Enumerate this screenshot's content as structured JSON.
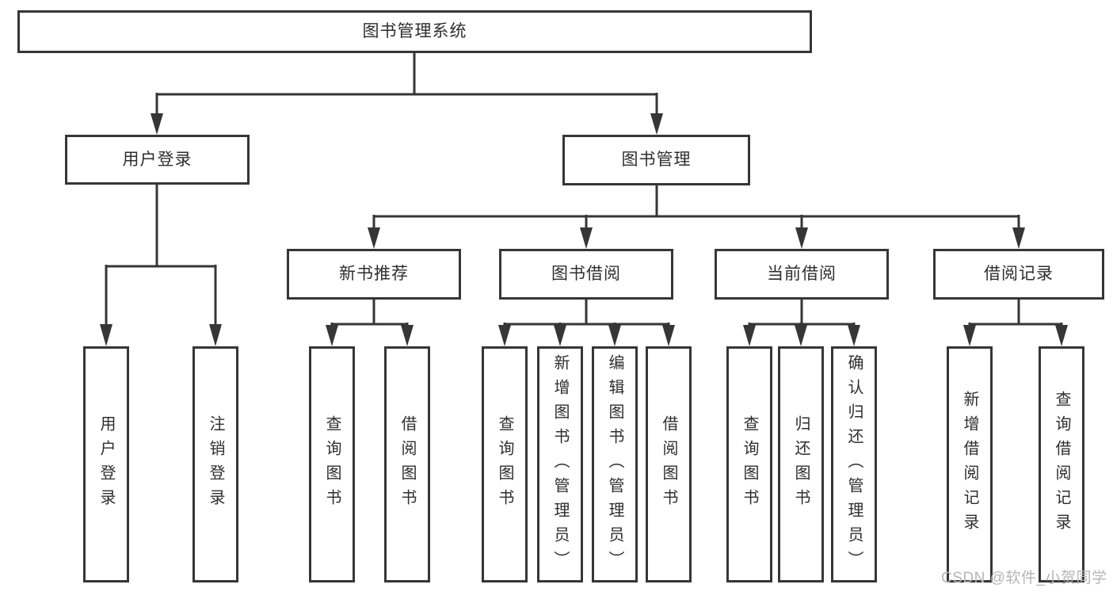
{
  "diagram": {
    "title": "图书管理系统",
    "watermark": "CSDN @软件_小贺同学"
  },
  "colors": {
    "line": "#363636",
    "text": "#2e2e2e",
    "watermark": "#b5b5b5",
    "background": "#ffffff"
  },
  "nodes": {
    "root": "图书管理系统",
    "user_login": "用户登录",
    "book_mgmt": "图书管理",
    "new_books": "新书推荐",
    "book_borrow": "图书借阅",
    "current_borrow": "当前借阅",
    "borrow_records": "借阅记录",
    "leaf_user_login": "用户登录",
    "leaf_logout": "注销登录",
    "leaf_nb_query": "查询图书",
    "leaf_nb_borrow": "借阅图书",
    "leaf_bb_query": "查询图书",
    "leaf_bb_add": "新增图书（管理员）",
    "leaf_bb_edit": "编辑图书（管理员）",
    "leaf_bb_borrow": "借阅图书",
    "leaf_cb_query": "查询图书",
    "leaf_cb_return": "归还图书",
    "leaf_cb_confirm": "确认归还（管理员）",
    "leaf_br_add": "新增借阅记录",
    "leaf_br_query": "查询借阅记录"
  }
}
